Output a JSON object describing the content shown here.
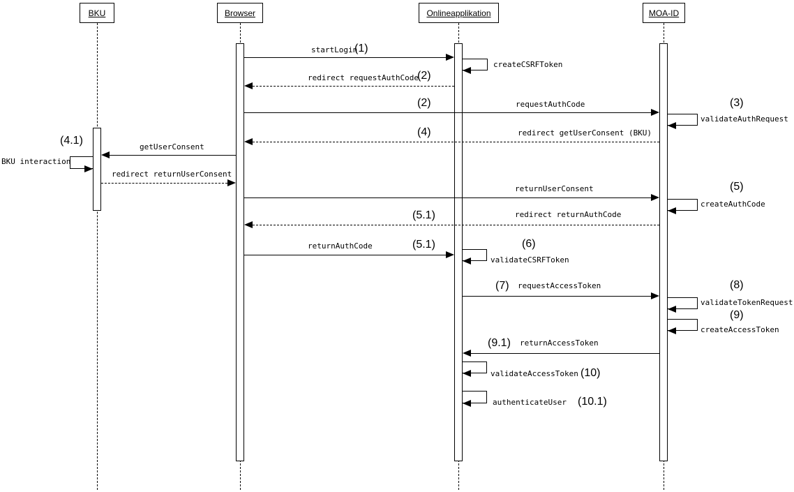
{
  "diagram": {
    "type": "uml-sequence",
    "background_color": "#ffffff",
    "stroke_color": "#000000"
  },
  "actors": [
    {
      "name": "BKU"
    },
    {
      "name": "Browser"
    },
    {
      "name": "Onlineapplikation"
    },
    {
      "name": "MOA-ID"
    }
  ],
  "messages": [
    {
      "label": "startLogin",
      "num": "(1)",
      "from": "Browser",
      "to": "Onlineapplikation",
      "kind": "call"
    },
    {
      "label": "createCSRFToken",
      "from": "Onlineapplikation",
      "to": "Onlineapplikation",
      "kind": "self"
    },
    {
      "label": "redirect requestAuthCode",
      "num": "(2)",
      "from": "Onlineapplikation",
      "to": "Browser",
      "kind": "return"
    },
    {
      "label": "requestAuthCode",
      "num": "(2)",
      "from": "Browser",
      "to": "MOA-ID",
      "kind": "call"
    },
    {
      "label": "validateAuthRequest",
      "num": "(3)",
      "from": "MOA-ID",
      "to": "MOA-ID",
      "kind": "self"
    },
    {
      "label": "redirect getUserConsent (BKU)",
      "num": "(4)",
      "from": "MOA-ID",
      "to": "Browser",
      "kind": "return"
    },
    {
      "label": "getUserConsent",
      "num": "(4.1)",
      "from": "Browser",
      "to": "BKU",
      "kind": "call"
    },
    {
      "label": "BKU interaction",
      "from": "BKU",
      "to": "BKU",
      "kind": "self"
    },
    {
      "label": "redirect returnUserConsent",
      "from": "BKU",
      "to": "Browser",
      "kind": "return"
    },
    {
      "label": "returnUserConsent",
      "from": "Browser",
      "to": "MOA-ID",
      "kind": "call"
    },
    {
      "label": "createAuthCode",
      "num": "(5)",
      "from": "MOA-ID",
      "to": "MOA-ID",
      "kind": "self"
    },
    {
      "label": "redirect returnAuthCode",
      "num": "(5.1)",
      "from": "MOA-ID",
      "to": "Browser",
      "kind": "return"
    },
    {
      "label": "returnAuthCode",
      "num": "(5.1)",
      "from": "Browser",
      "to": "Onlineapplikation",
      "kind": "call"
    },
    {
      "label": "validateCSRFToken",
      "num": "(6)",
      "from": "Onlineapplikation",
      "to": "Onlineapplikation",
      "kind": "self"
    },
    {
      "label": "requestAccessToken",
      "num": "(7)",
      "from": "Onlineapplikation",
      "to": "MOA-ID",
      "kind": "call"
    },
    {
      "label": "validateTokenRequest",
      "num": "(8)",
      "from": "MOA-ID",
      "to": "MOA-ID",
      "kind": "self"
    },
    {
      "label": "createAccessToken",
      "num": "(9)",
      "from": "MOA-ID",
      "to": "MOA-ID",
      "kind": "self"
    },
    {
      "label": "returnAccessToken",
      "num": "(9.1)",
      "from": "MOA-ID",
      "to": "Onlineapplikation",
      "kind": "call"
    },
    {
      "label": "validateAccessToken",
      "num": "(10)",
      "from": "Onlineapplikation",
      "to": "Onlineapplikation",
      "kind": "self"
    },
    {
      "label": "authenticateUser",
      "num": "(10.1)",
      "from": "Onlineapplikation",
      "to": "Onlineapplikation",
      "kind": "self"
    }
  ]
}
